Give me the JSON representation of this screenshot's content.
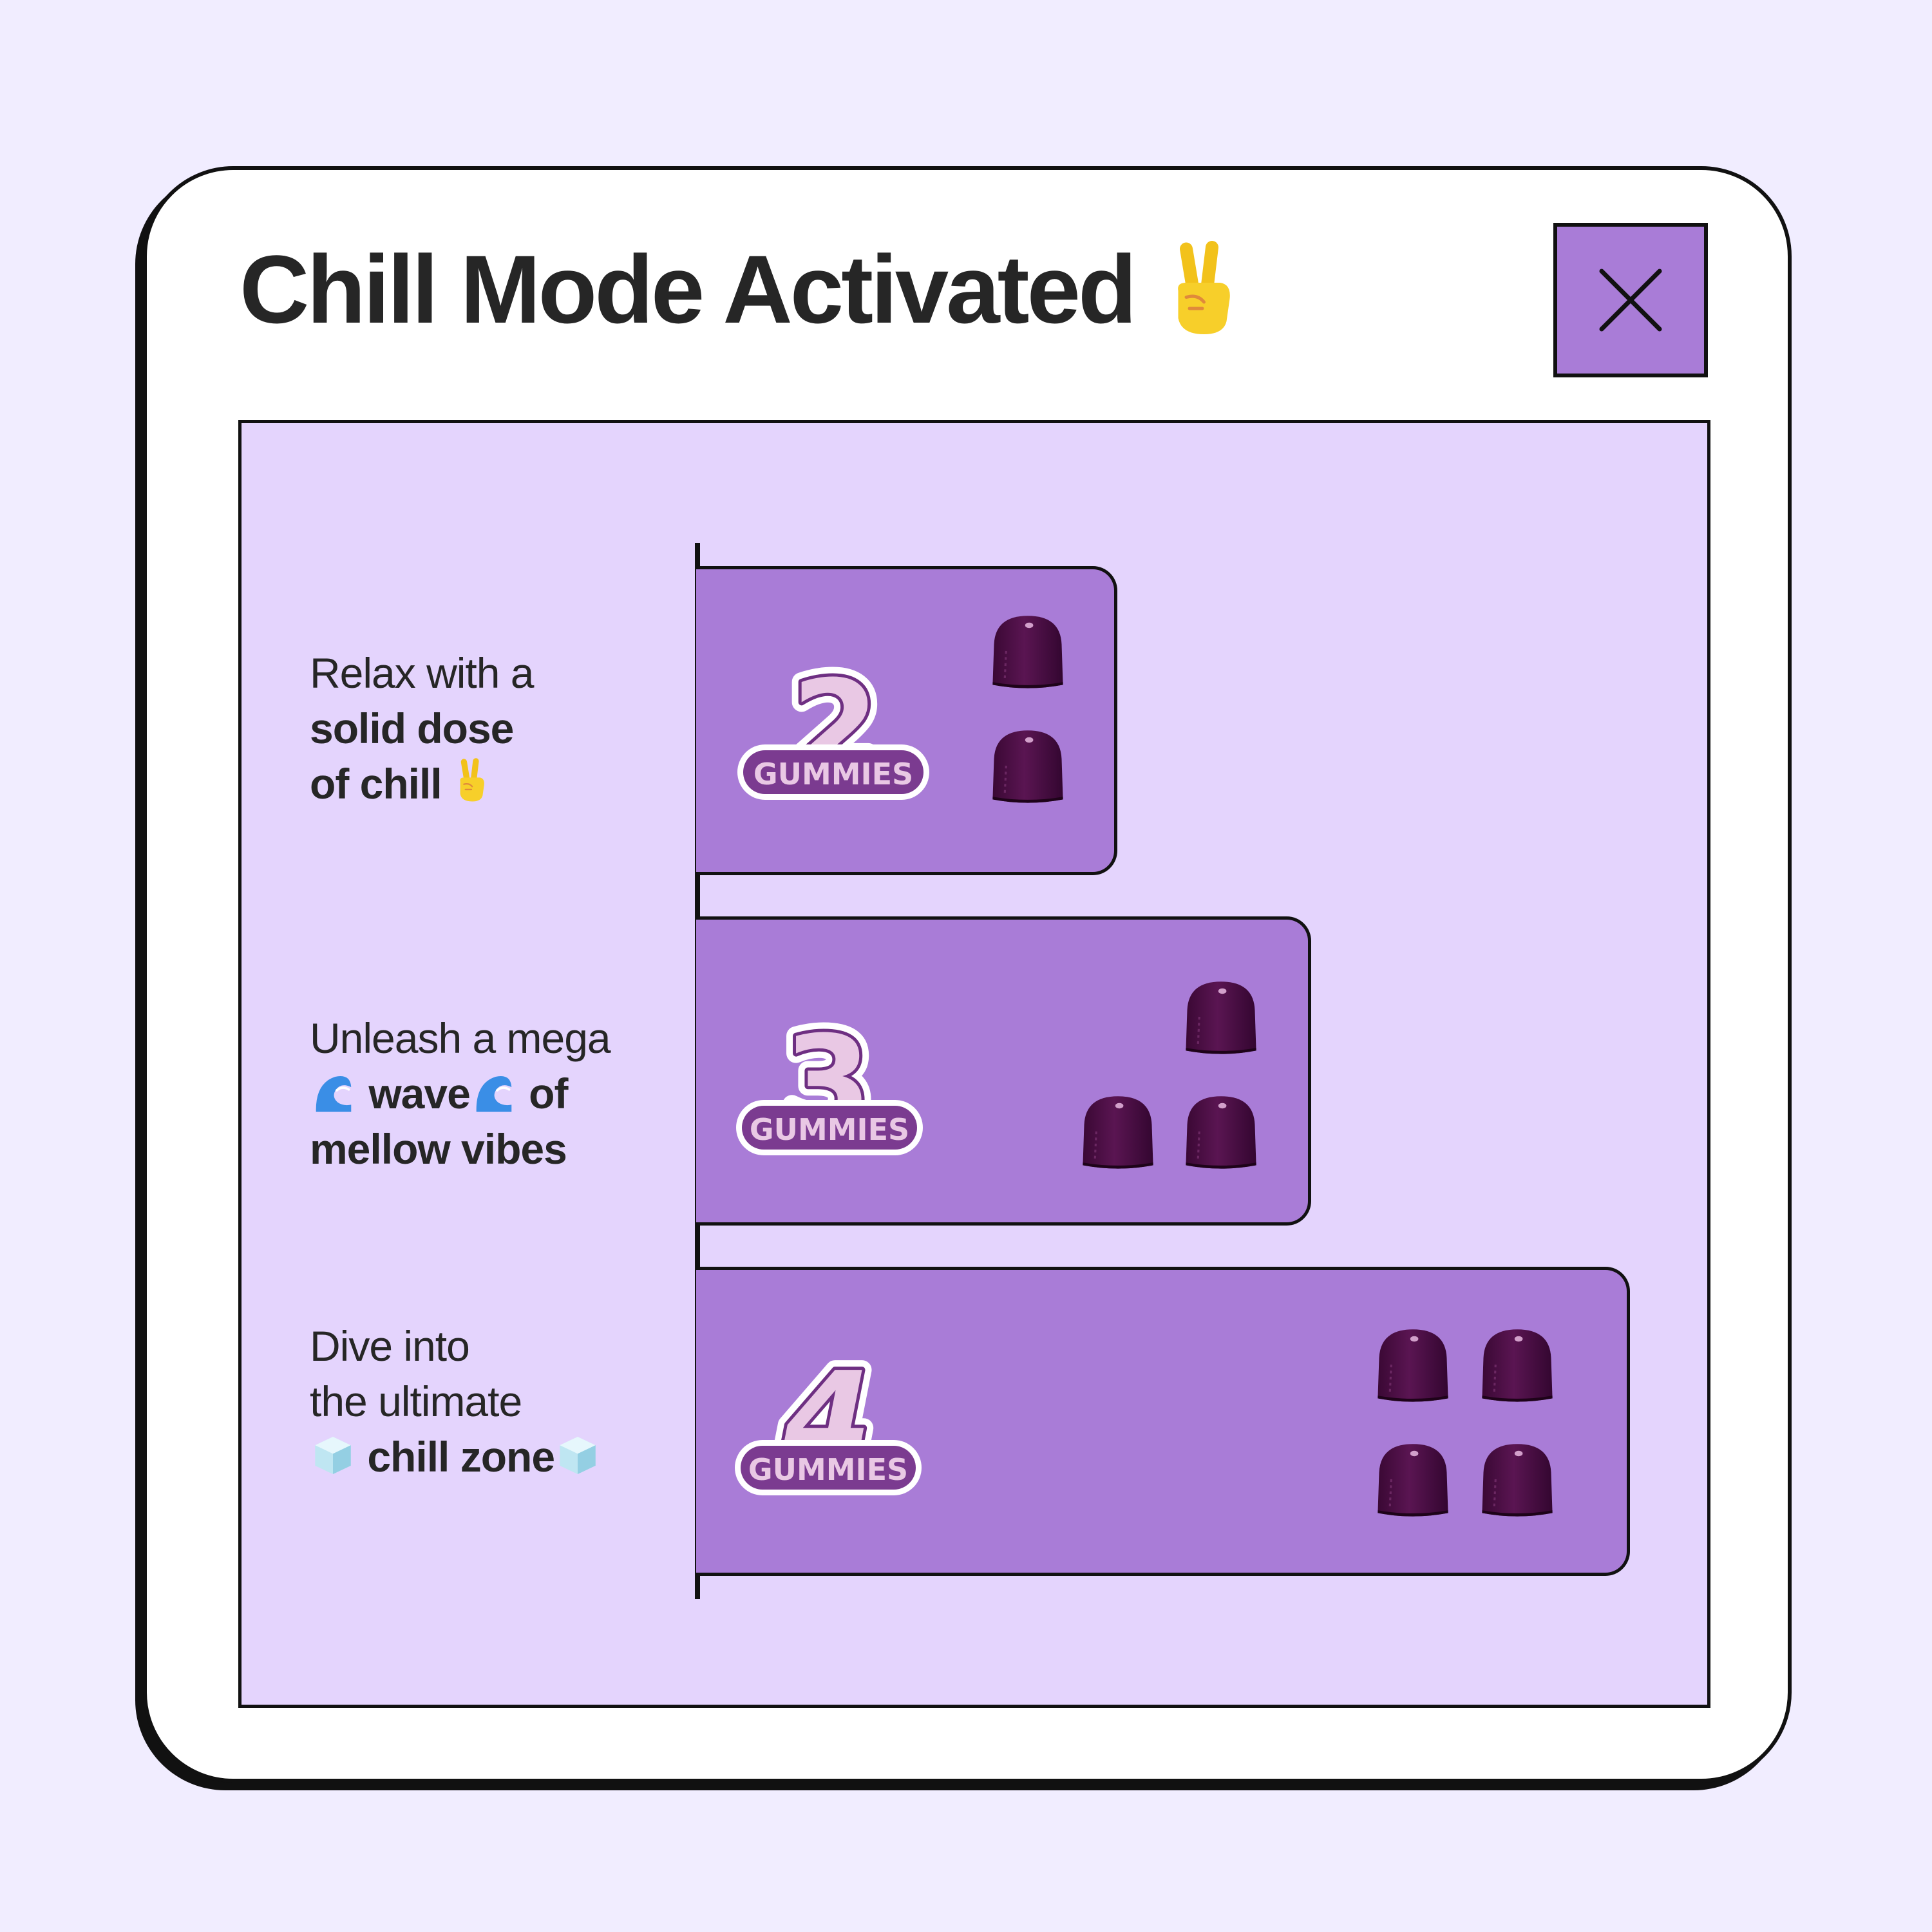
{
  "window": {
    "title": "Chill Mode Activated",
    "title_icon": "victory-hand-icon",
    "close_icon": "close-icon"
  },
  "colors": {
    "page_bg": "#f1edff",
    "panel_bg": "#e4d4fd",
    "bar_fill": "#a97cd7",
    "gummy": "#4b0f45",
    "badge_text": "#e9c8e4",
    "badge_outline": "#6e2f82",
    "text": "#262626"
  },
  "options": [
    {
      "id": "two",
      "number": "2",
      "unit": "GUMMIES",
      "gummy_count": 2,
      "line1": "Relax with a",
      "line2": "solid dose",
      "line3": "of chill",
      "line3_icon": "victory-hand-icon"
    },
    {
      "id": "three",
      "number": "3",
      "unit": "GUMMIES",
      "gummy_count": 3,
      "line1": "Unleash a mega",
      "line2_word": "wave",
      "line2_tail": "of",
      "line2_icon": "wave-icon",
      "line3": "mellow vibes"
    },
    {
      "id": "four",
      "number": "4",
      "unit": "GUMMIES",
      "gummy_count": 4,
      "line1": "Dive into",
      "line2": "the ultimate",
      "line3": "chill zone",
      "line3_icon": "ice-cube-icon"
    }
  ]
}
